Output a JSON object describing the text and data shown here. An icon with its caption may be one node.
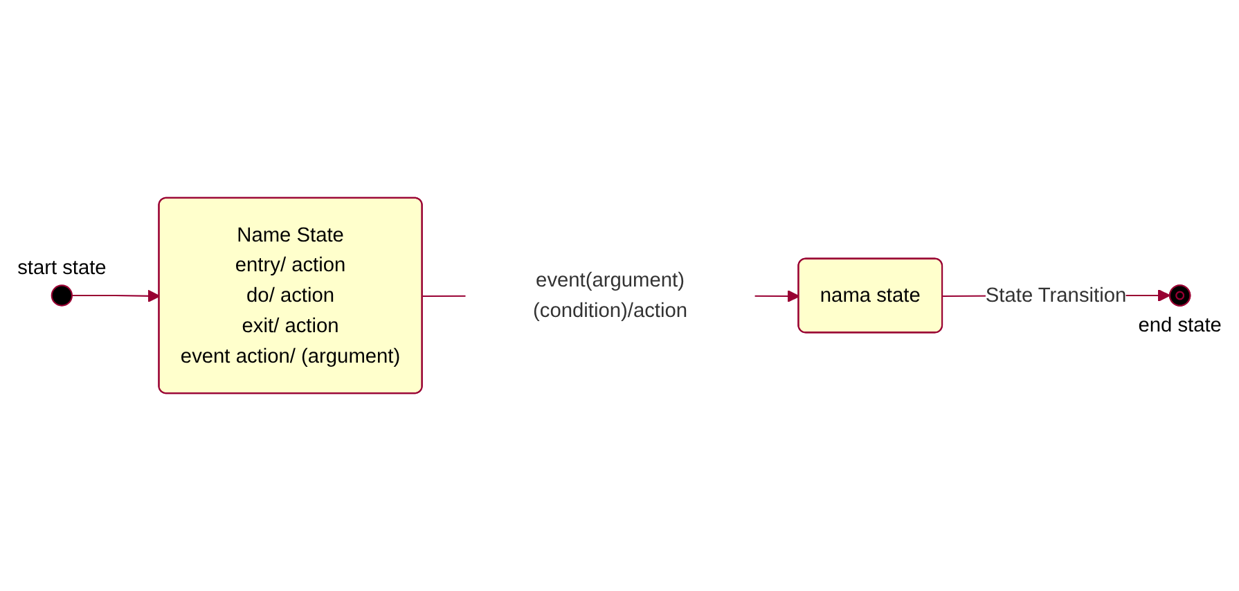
{
  "diagram": {
    "nodes": [
      {
        "text": [],
        "shape": "circle",
        "beside": [
          "start state"
        ]
      },
      {
        "text": [
          "Name State",
          "entry/ action",
          "do/ action",
          "exit/ action",
          "event action/ (argument)"
        ]
      },
      {
        "text": [
          "nama state"
        ]
      },
      {
        "text": [],
        "shape": "circle",
        "beside": [
          "end state"
        ]
      }
    ],
    "edges": [
      {
        "from": 0,
        "to": 1,
        "arrow": "to"
      },
      {
        "from": 1,
        "to": 2,
        "arrow": "to",
        "label": "event(argument)(condition)/action"
      },
      {
        "from": 2,
        "to": 3,
        "arrow": "to",
        "label": "State Transition"
      }
    ]
  }
}
